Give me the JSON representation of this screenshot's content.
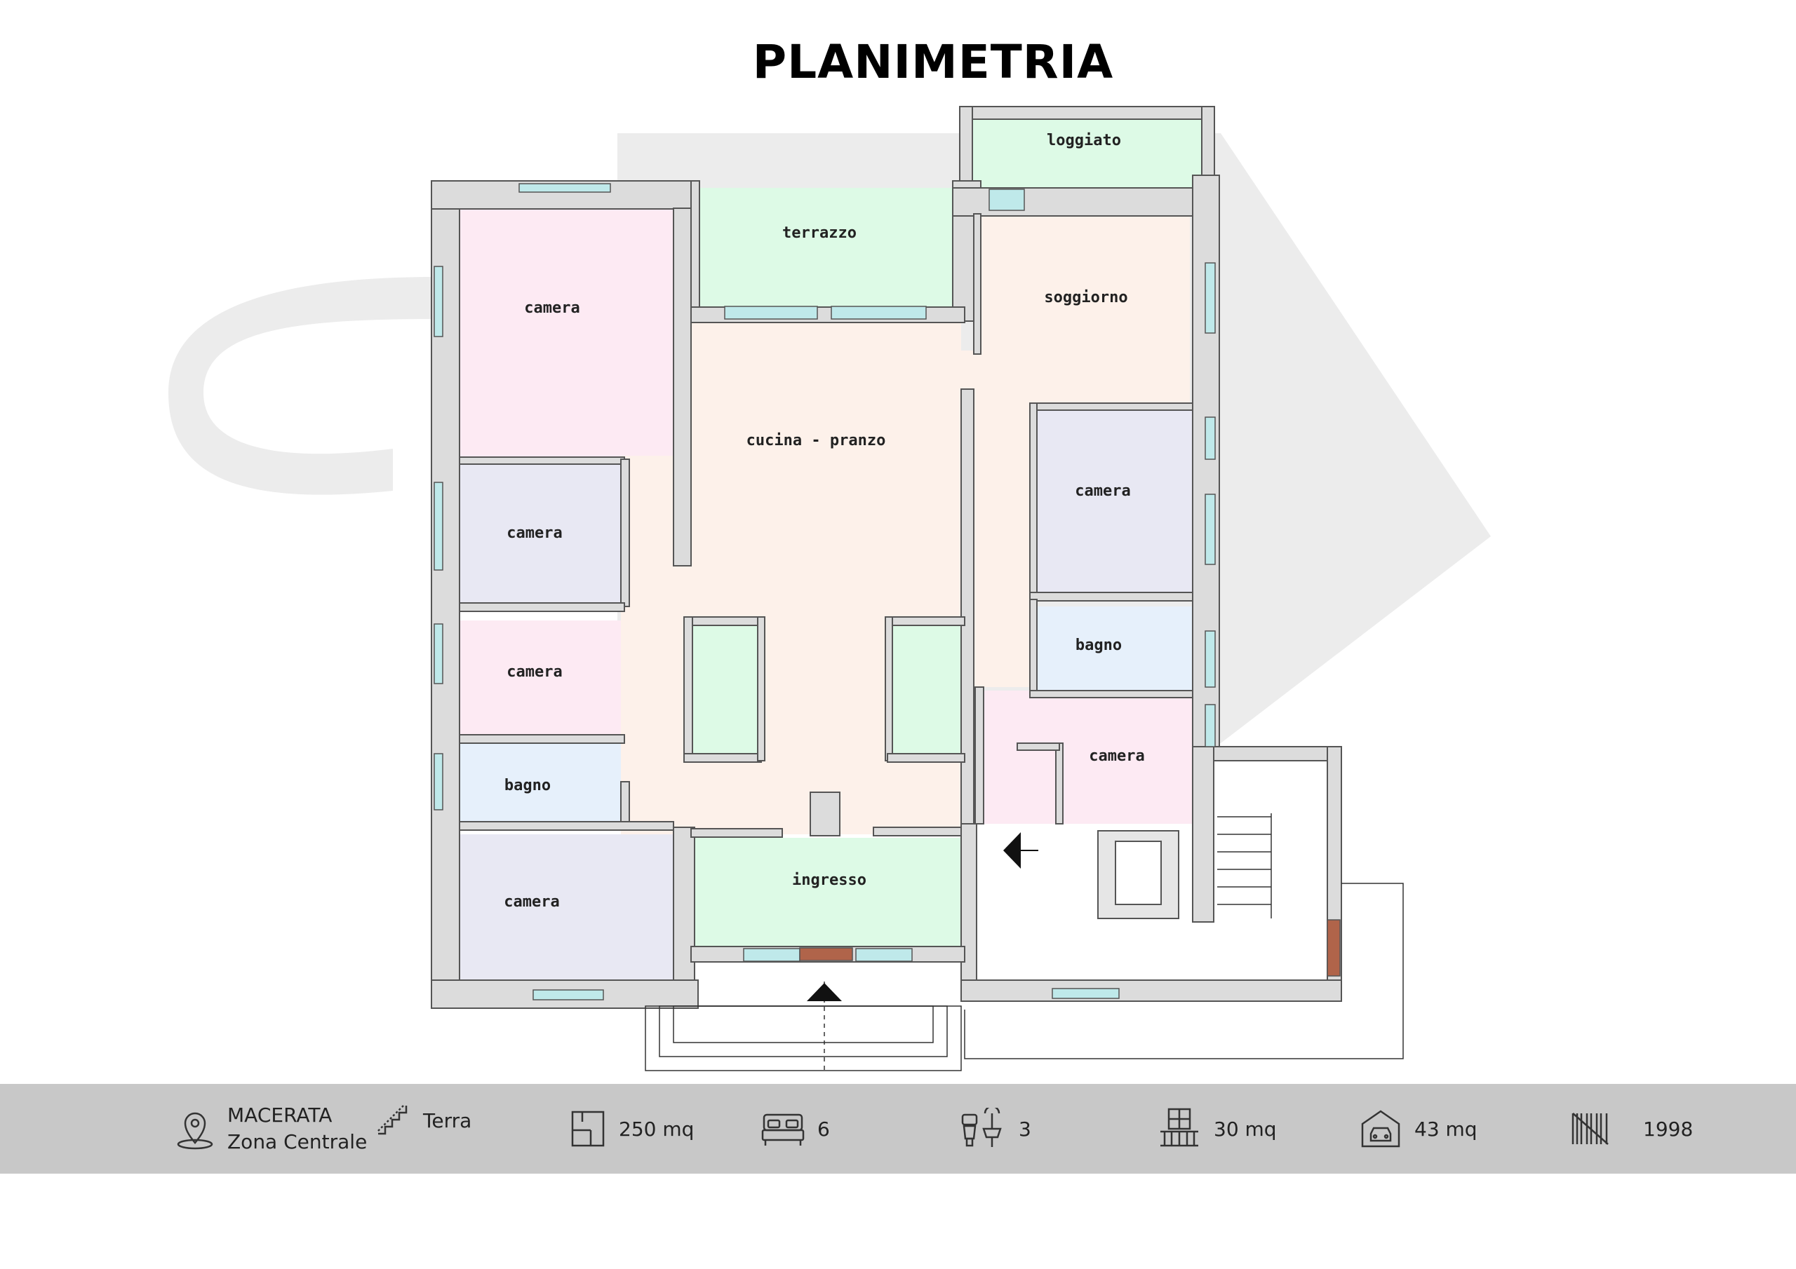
{
  "title": "PLANIMETRIA",
  "rooms": {
    "loggiato": "loggiato",
    "terrazzo": "terrazzo",
    "soggiorno": "soggiorno",
    "camera_1": "camera",
    "cucina_pranzo": "cucina - pranzo",
    "camera_2": "camera",
    "camera_3": "camera",
    "camera_4": "camera",
    "bagno_1": "bagno",
    "bagno_2": "bagno",
    "camera_5": "camera",
    "camera_6": "camera",
    "ingresso": "ingresso"
  },
  "colors": {
    "wall": "#dcdcdc",
    "wall_stroke": "#555555",
    "pink": "#fdeaf3",
    "lavender": "#e8e8f3",
    "green": "#ddfae6",
    "blue": "#e6f0fb",
    "peach": "#fdf1ea",
    "glass": "#bfe9ea",
    "door": "#b0644a",
    "infobar": "#c8c8c8"
  },
  "info": {
    "city": "MACERATA",
    "zone": "Zona Centrale",
    "floor": "Terra",
    "area": "250 mq",
    "rooms": "6",
    "bathrooms": "3",
    "balcony": "30 mq",
    "garage": "43 mq",
    "year": "1998"
  },
  "icons": {
    "location": "location-pin-icon",
    "floor": "stairs-icon",
    "area": "floor-area-icon",
    "rooms": "bed-icon",
    "bathrooms": "bathroom-icon",
    "balcony": "balcony-icon",
    "garage": "garage-icon",
    "year": "barcode-icon"
  }
}
